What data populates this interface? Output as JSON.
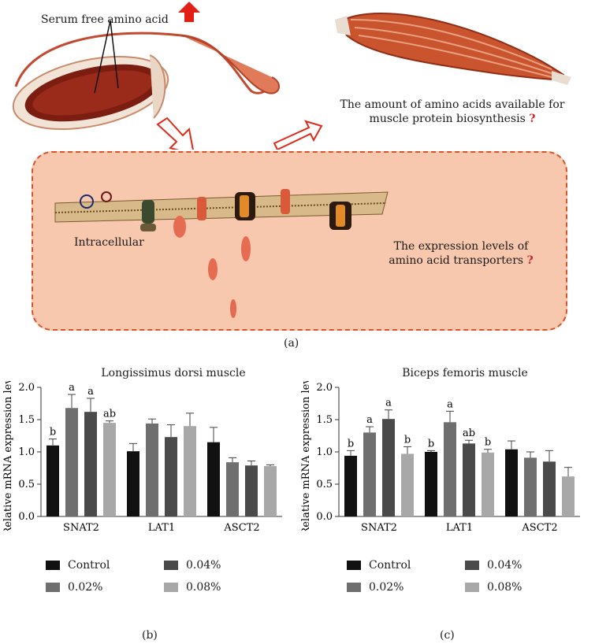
{
  "top": {
    "vessel_label": "Serum free amino acid",
    "muscle_text_line1": "The amount of amino acids available for",
    "muscle_text_line2": "muscle protein biosynthesis",
    "q_mark": "?",
    "intracellular_label": "Intracellular",
    "transporter_text_line1": "The expression levels of",
    "transporter_text_line2": "amino acid transporters",
    "panel_caption": "(a)"
  },
  "colors": {
    "control": "#111111",
    "c002": "#6f6f6f",
    "c004": "#4a4a4a",
    "c008": "#a8a8a8",
    "panel_fill": "#f7c8ad",
    "panel_border": "#d9532b",
    "accent_red": "#d0232a"
  },
  "legend": {
    "items": [
      "Control",
      "0.02%",
      "0.04%",
      "0.08%"
    ]
  },
  "chart_data": [
    {
      "type": "bar",
      "title": "Longissimus dorsi muscle",
      "ylabel": "Relative mRNA expression level",
      "ylim": [
        0,
        2.0
      ],
      "yticks": [
        "0.0",
        "0.5",
        "1.0",
        "1.5",
        "2.0"
      ],
      "categories": [
        "SNAT2",
        "LAT1",
        "ASCT2"
      ],
      "series": [
        {
          "name": "Control",
          "values": [
            1.1,
            1.01,
            1.15
          ],
          "errors": [
            0.1,
            0.12,
            0.23
          ],
          "letters": [
            "b",
            "",
            ""
          ]
        },
        {
          "name": "0.02%",
          "values": [
            1.68,
            1.44,
            0.84
          ],
          "errors": [
            0.21,
            0.07,
            0.07
          ],
          "letters": [
            "a",
            "",
            ""
          ]
        },
        {
          "name": "0.04%",
          "values": [
            1.62,
            1.23,
            0.79
          ],
          "errors": [
            0.21,
            0.19,
            0.07
          ],
          "letters": [
            "a",
            "",
            ""
          ]
        },
        {
          "name": "0.08%",
          "values": [
            1.45,
            1.4,
            0.78
          ],
          "errors": [
            0.03,
            0.2,
            0.02
          ],
          "letters": [
            "ab",
            "",
            ""
          ]
        }
      ],
      "caption": "(b)"
    },
    {
      "type": "bar",
      "title": "Biceps femoris muscle",
      "ylabel": "Relative mRNA expression level",
      "ylim": [
        0,
        2.0
      ],
      "yticks": [
        "0.0",
        "0.5",
        "1.0",
        "1.5",
        "2.0"
      ],
      "categories": [
        "SNAT2",
        "LAT1",
        "ASCT2"
      ],
      "series": [
        {
          "name": "Control",
          "values": [
            0.94,
            1.0,
            1.04
          ],
          "errors": [
            0.08,
            0.02,
            0.13
          ],
          "letters": [
            "b",
            "b",
            ""
          ]
        },
        {
          "name": "0.02%",
          "values": [
            1.3,
            1.46,
            0.91
          ],
          "errors": [
            0.09,
            0.17,
            0.09
          ],
          "letters": [
            "a",
            "a",
            ""
          ]
        },
        {
          "name": "0.04%",
          "values": [
            1.51,
            1.13,
            0.85
          ],
          "errors": [
            0.14,
            0.05,
            0.17
          ],
          "letters": [
            "a",
            "ab",
            ""
          ]
        },
        {
          "name": "0.08%",
          "values": [
            0.97,
            0.99,
            0.62
          ],
          "errors": [
            0.11,
            0.05,
            0.14
          ],
          "letters": [
            "b",
            "b",
            ""
          ]
        }
      ],
      "caption": "(c)"
    }
  ]
}
